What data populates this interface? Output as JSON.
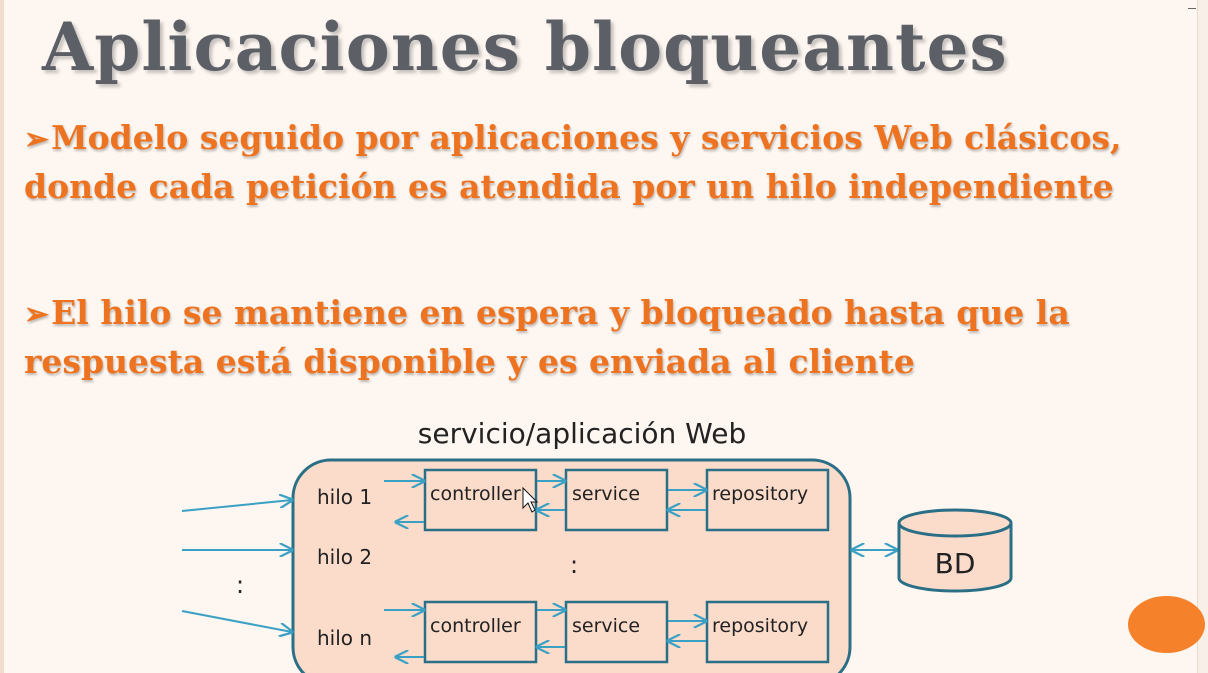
{
  "slide": {
    "title": "Aplicaciones bloqueantes",
    "bullets": [
      "Modelo seguido por aplicaciones y servicios Web clásicos, donde cada petición es atendida por un hilo independiente",
      "El hilo se mantiene en espera y bloqueado hasta que la respuesta está disponible y es enviada al cliente"
    ],
    "bullet_marker": "➢"
  },
  "diagram": {
    "title": "servicio/aplicación Web",
    "threads": [
      "hilo 1",
      "hilo 2",
      "hilo n"
    ],
    "row1": {
      "controller": "controller",
      "service": "service",
      "repository": "repository"
    },
    "row2": {
      "controller": "controller",
      "service": "service",
      "repository": "repository"
    },
    "ellipsis_left": ":",
    "ellipsis_middle": ":",
    "database": "BD"
  },
  "colors": {
    "title": "#5c5f66",
    "bullet": "#ee7320",
    "box_fill": "#fbdccb",
    "box_stroke": "#2b6f86",
    "arrow": "#3aa0c4",
    "accent_dot": "#f5812a"
  }
}
